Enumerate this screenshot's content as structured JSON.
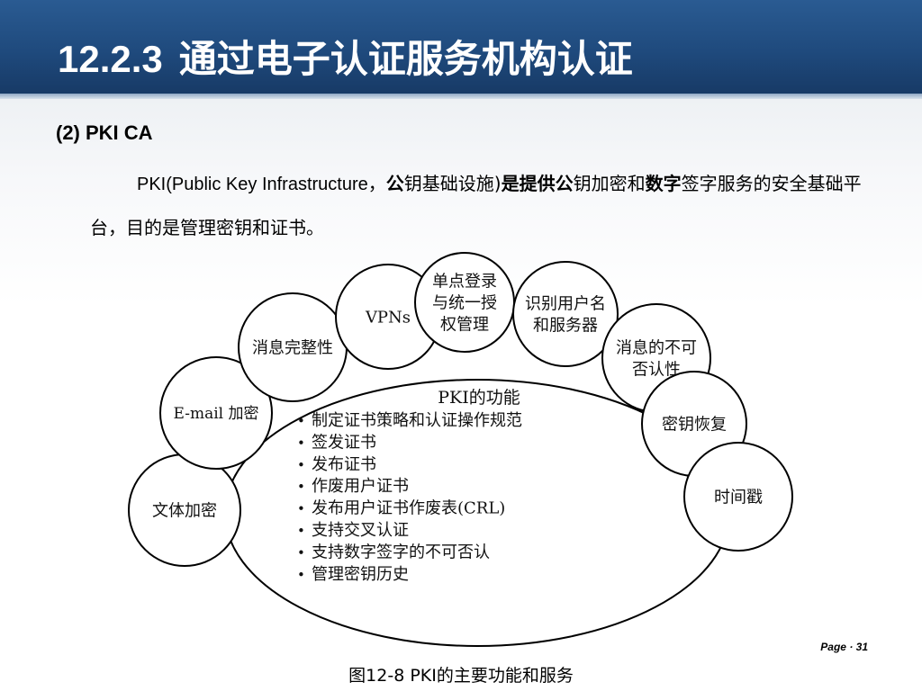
{
  "header": {
    "number": "12.2.3",
    "title": "通过电子认证服务机构认证"
  },
  "subheading": "(2)  PKI CA",
  "paragraph": {
    "seg1": "PKI(Public Key Infrastructure，",
    "seg2": "公",
    "seg3": "钥基础设施)",
    "seg4": "是提供公",
    "seg5": "钥加密和",
    "seg6": "数字",
    "seg7": "签字服务的安全基础平台，目的是管理密钥和证书。"
  },
  "diagram": {
    "center": {
      "title": "PKI的功能",
      "bullet": "•",
      "items": [
        "制定证书策略和认证操作规范",
        "签发证书",
        "发布证书",
        "作废用户证书",
        "发布用户证书作废表(CRL)",
        "支持交叉认证",
        "支持数字签字的不可否认",
        "管理密钥历史"
      ]
    },
    "services": [
      {
        "lines": [
          "文体加密"
        ]
      },
      {
        "lines": [
          "E-mail 加密"
        ]
      },
      {
        "lines": [
          "消息完整性"
        ]
      },
      {
        "lines": [
          "VPNs"
        ]
      },
      {
        "lines": [
          "单点登录",
          "与统一授",
          "权管理"
        ]
      },
      {
        "lines": [
          "识别用户名",
          "和服务器"
        ]
      },
      {
        "lines": [
          "消息的不可",
          "否认性"
        ]
      },
      {
        "lines": [
          "密钥恢复"
        ]
      },
      {
        "lines": [
          "时间戳"
        ]
      }
    ]
  },
  "caption": "图12-8  PKI的主要功能和服务",
  "page_label": "Page  ·  31"
}
